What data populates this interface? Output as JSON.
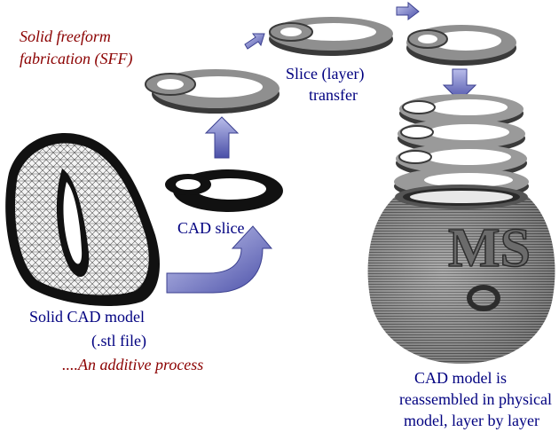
{
  "title": {
    "line1": "Solid freeform",
    "line2": "fabrication (SFF)"
  },
  "slice_transfer": {
    "line1": "Slice (layer)",
    "line2": "transfer"
  },
  "cad_slice": "CAD slice",
  "solid_model": {
    "line1": "Solid CAD model",
    "line2": "(.stl file)"
  },
  "additive": "....An additive process",
  "reassembled": {
    "line1": "CAD model is",
    "line2": "reassembled in physical",
    "line3": "model, layer by layer"
  },
  "vase_letters": "MS",
  "colors": {
    "label": "#000080",
    "italic": "#8b0000",
    "arrow": "#6a70b8",
    "layer": "#707070"
  }
}
